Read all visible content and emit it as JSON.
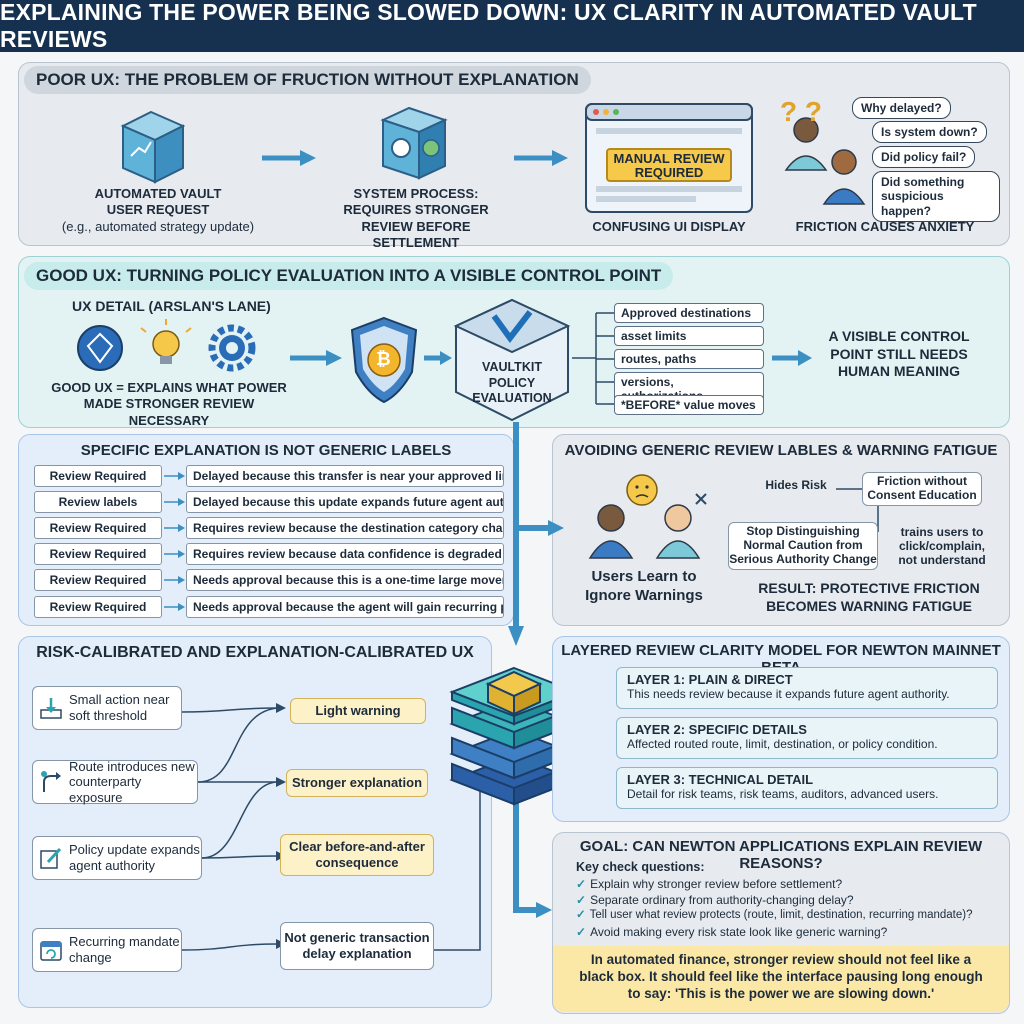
{
  "title": "EXPLAINING THE POWER BEING SLOWED DOWN: UX CLARITY IN AUTOMATED VAULT REVIEWS",
  "poor": {
    "heading": "POOR UX: THE PROBLEM OF FRUCTION WITHOUT EXPLANATION",
    "step1_title": "AUTOMATED VAULT USER REQUEST",
    "step1_sub": "(e.g., automated strategy update)",
    "step2_title": "SYSTEM PROCESS: REQUIRES STRONGER REVIEW BEFORE SETTLEMENT",
    "step3_badge": "MANUAL REVIEW REQUIRED",
    "step3_title": "CONFUSING UI DISPLAY",
    "q_marks": "? ?",
    "bubbles": [
      "Why delayed?",
      "Is system down?",
      "Did policy fail?",
      "Did something suspicious happen?"
    ],
    "step4_title": "FRICTION CAUSES ANXIETY"
  },
  "good": {
    "heading": "GOOD UX: TURNING POLICY EVALUATION INTO A VISIBLE CONTROL POINT",
    "detail_title": "UX DETAIL (ARSLAN'S LANE)",
    "detail_caption": "GOOD UX = EXPLAINS WHAT POWER MADE STRONGER REVIEW NECESSARY",
    "bitcoin_glyph": "₿",
    "policy_label": "VAULTKIT POLICY EVALUATION",
    "checks": [
      "Approved destinations",
      "asset limits",
      "routes, paths",
      "versions, authorizations",
      "*BEFORE* value moves"
    ],
    "result": "A VISIBLE CONTROL POINT STILL NEEDS HUMAN MEANING"
  },
  "specific": {
    "heading": "SPECIFIC EXPLANATION IS NOT GENERIC LABELS",
    "rows": [
      {
        "left": "Review Required",
        "right": "Delayed because this transfer is near your approved limit"
      },
      {
        "left": "Review labels",
        "right": "Delayed because this update expands future agent authority"
      },
      {
        "left": "Review Required",
        "right": "Requires review because the destination category changed"
      },
      {
        "left": "Review Required",
        "right": "Requires review because data confidence is degraded"
      },
      {
        "left": "Review Required",
        "right": "Needs approval because this is a one-time large movement"
      },
      {
        "left": "Review Required",
        "right": "Needs approval because the agent will gain recurring permission"
      }
    ]
  },
  "avoid": {
    "heading": "AVOIDING GENERIC REVIEW LABLES & WARNING FATIGUE",
    "users_caption": "Users Learn to Ignore Warnings",
    "hides_risk": "Hides Risk",
    "friction": "Friction without Consent Education",
    "stop": "Stop Distinguishing Normal Caution from Serious Authority Change",
    "trains": "trains users to click/complain, not understand",
    "result": "RESULT: PROTECTIVE FRICTION BECOMES WARNING FATIGUE"
  },
  "risk": {
    "heading": "RISK-CALIBRATED AND EXPLANATION-CALIBRATED UX",
    "items": [
      {
        "icon": "download-icon",
        "text": "Small action near soft threshold",
        "out": "Light warning"
      },
      {
        "icon": "route-icon",
        "text": "Route introduces new counterparty exposure",
        "out": "Stronger explanation"
      },
      {
        "icon": "edit-icon",
        "text": "Policy update expands agent authority",
        "out": "Clear before-and-after consequence"
      },
      {
        "icon": "calendar-icon",
        "text": "Recurring mandate change",
        "out": "Not generic transaction delay explanation"
      }
    ]
  },
  "layered": {
    "heading": "LAYERED REVIEW CLARITY MODEL FOR NEWTON MAINNET BETA",
    "layers": [
      {
        "title": "LAYER 1: PLAIN & DIRECT",
        "desc": "This needs review because it expands future agent authority."
      },
      {
        "title": "LAYER 2: SPECIFIC DETAILS",
        "desc": "Affected routed route, limit, destination, or policy condition."
      },
      {
        "title": "LAYER 3: TECHNICAL DETAIL",
        "desc": "Detail for risk teams, risk teams, auditors, advanced users."
      }
    ]
  },
  "goal": {
    "heading": "GOAL: CAN NEWTON APPLICATIONS EXPLAIN REVIEW REASONS?",
    "key_title": "Key check questions:",
    "questions": [
      "Explain why stronger review before settlement?",
      "Separate ordinary from authority-changing delay?",
      "Tell user what review protects (route, limit, destination, recurring mandate)?",
      "Avoid making every risk state look like generic warning?"
    ],
    "check_mark": "✓",
    "quote": "In automated finance, stronger review should not feel like a black box. It should feel like the interface pausing long enough to say: 'This is the power we are slowing down.'"
  },
  "colors": {
    "navy": "#16314f",
    "teal": "#2aa5b0",
    "blue": "#3f7fc4",
    "yellow": "#f2c94c",
    "arrow": "#3b8fc2"
  }
}
